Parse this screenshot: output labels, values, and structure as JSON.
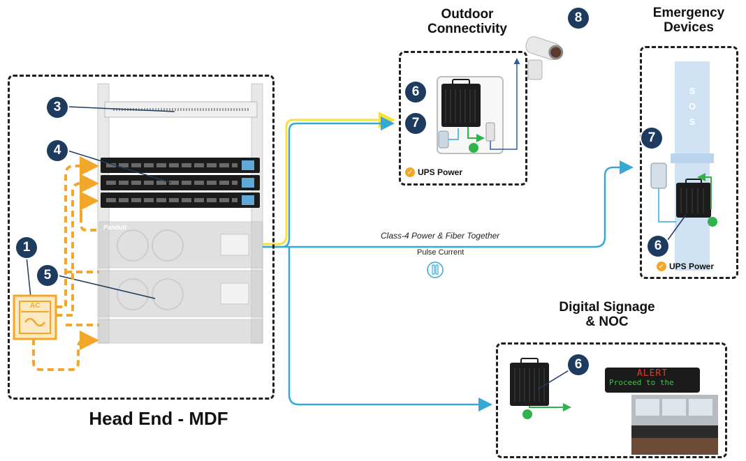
{
  "sections": {
    "head_end": {
      "title": "Head End - MDF"
    },
    "outdoor": {
      "title_line1": "Outdoor",
      "title_line2": "Connectivity",
      "ups_label": "UPS Power"
    },
    "emergency": {
      "title_line1": "Emergency",
      "title_line2": "Devices",
      "ups_label": "UPS Power",
      "pillar_text": "SOS"
    },
    "signage": {
      "title_line1": "Digital Signage",
      "title_line2": "& NOC"
    }
  },
  "badges": {
    "b1": "1",
    "b3": "3",
    "b4": "4",
    "b5": "5",
    "outdoor_6": "6",
    "outdoor_7": "7",
    "camera_8": "8",
    "emergency_7": "7",
    "emergency_6": "6",
    "signage_6": "6"
  },
  "labels": {
    "class4": "Class-4 Power & Fiber Together",
    "pulse": "Pulse Current",
    "ac": "AC",
    "brand": "Panduit"
  },
  "alert_sign": {
    "line1": "ALERT",
    "line2": "Proceed to the"
  },
  "colors": {
    "fiber_blue": "#35a9d4",
    "power_yellow": "#f5e23a",
    "ac_orange": "#f2a62a",
    "badge_navy": "#1d3a5f",
    "green_link": "#2fb34a"
  },
  "icons": {
    "camera": "security-camera-icon",
    "ac_source": "ac-power-icon",
    "pulse": "pulse-current-icon",
    "check": "check-icon"
  }
}
